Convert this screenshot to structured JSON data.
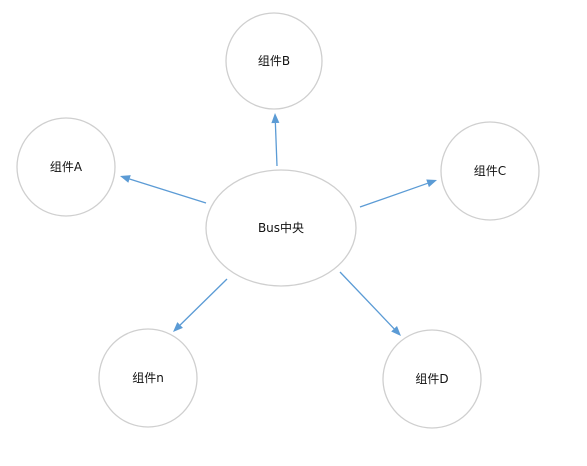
{
  "diagram": {
    "hub": {
      "id": "bus",
      "label": "Bus中央"
    },
    "nodes": [
      {
        "id": "comp-b",
        "label": "组件B"
      },
      {
        "id": "comp-a",
        "label": "组件A"
      },
      {
        "id": "comp-c",
        "label": "组件C"
      },
      {
        "id": "comp-n",
        "label": "组件n"
      },
      {
        "id": "comp-d",
        "label": "组件D"
      }
    ],
    "edges": [
      {
        "from": "bus",
        "to": "comp-b"
      },
      {
        "from": "bus",
        "to": "comp-a"
      },
      {
        "from": "bus",
        "to": "comp-c"
      },
      {
        "from": "bus",
        "to": "comp-n"
      },
      {
        "from": "bus",
        "to": "comp-d"
      }
    ],
    "colors": {
      "edge": "#5b9bd5",
      "node_border": "#cfcfcf",
      "text": "#111111"
    }
  }
}
